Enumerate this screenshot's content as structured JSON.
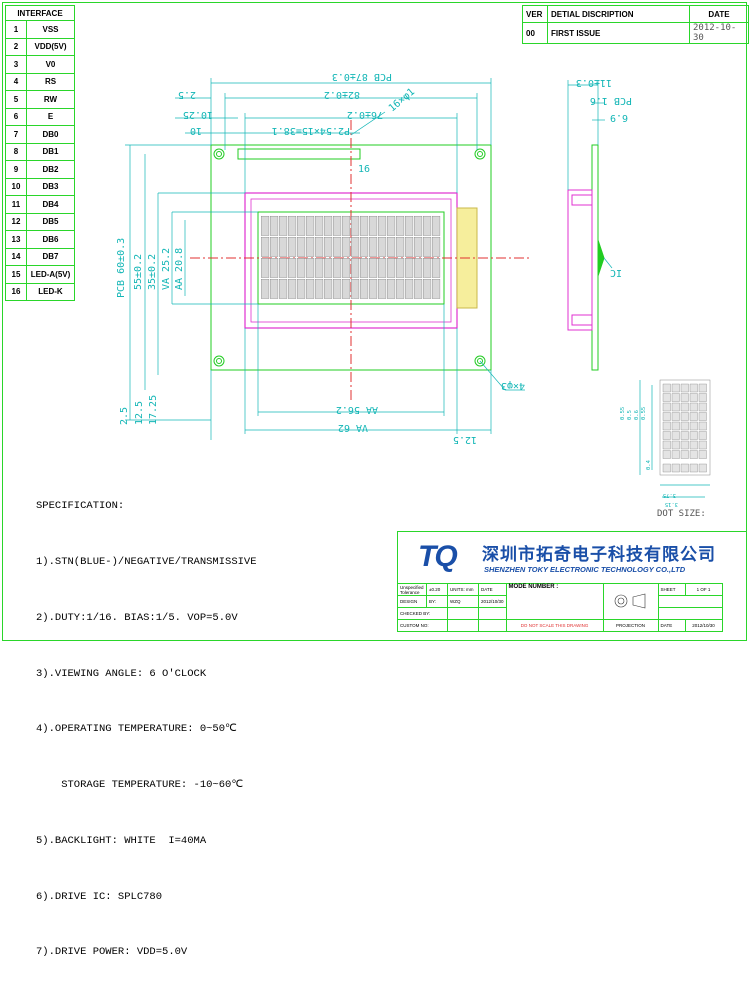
{
  "interface": {
    "header": "INTERFACE",
    "pins": [
      {
        "num": "1",
        "name": "VSS"
      },
      {
        "num": "2",
        "name": "VDD(5V)"
      },
      {
        "num": "3",
        "name": "V0"
      },
      {
        "num": "4",
        "name": "RS"
      },
      {
        "num": "5",
        "name": "RW"
      },
      {
        "num": "6",
        "name": "E"
      },
      {
        "num": "7",
        "name": "DB0"
      },
      {
        "num": "8",
        "name": "DB1"
      },
      {
        "num": "9",
        "name": "DB2"
      },
      {
        "num": "10",
        "name": "DB3"
      },
      {
        "num": "11",
        "name": "DB4"
      },
      {
        "num": "12",
        "name": "DB5"
      },
      {
        "num": "13",
        "name": "DB6"
      },
      {
        "num": "14",
        "name": "DB7"
      },
      {
        "num": "15",
        "name": "LED-A(5V)"
      },
      {
        "num": "16",
        "name": "LED-K"
      }
    ]
  },
  "revision": {
    "col_ver": "VER",
    "col_desc": "DETIAL DISCRIPTION",
    "col_date": "DATE",
    "rows": [
      {
        "ver": "00",
        "desc": "FIRST ISSUE",
        "date": "2012-10-30"
      }
    ]
  },
  "dimensions": {
    "pcb_width": "PCB 87±0.3",
    "width_82": "82±0.2",
    "width_76": "76±0.2",
    "pin_pitch": "P2.54×15=38.1",
    "hole_16": "16×φ1",
    "left_2_5": "2.5",
    "left_10_25": "10.25",
    "left_10": "10",
    "pin_16": "16",
    "pcb_height": "PCB 60±0.3",
    "h_55": "55±0.2",
    "h_35": "35±0.2",
    "va": "VA 25.2",
    "aa": "AA 20.8",
    "bottom_aa": "AA 56.2",
    "bottom_va": "VA 62",
    "right_12_5": "12.5",
    "bot_2_5": "2.5",
    "bot_12_5": "12.5",
    "bot_17_25": "17.25",
    "hole_4": "4×φ3",
    "side_11": "11±0.3",
    "side_16": "PCB 1.6",
    "side_6_9": "6.9",
    "ic_label": "IC",
    "dot_size": "DOT SIZE:",
    "dot_dims": [
      "0.55",
      "0.5",
      "0.6",
      "0.55",
      "3.75",
      "3.15",
      "0.4"
    ]
  },
  "specification": {
    "title": "SPECIFICATION:",
    "lines": [
      "1).STN(BLUE-)/NEGATIVE/TRANSMISSIVE",
      "2).DUTY:1/16. BIAS:1/5. VOP=5.0V",
      "3).VIEWING ANGLE: 6 O'CLOCK",
      "4).OPERATING TEMPERATURE: 0~50℃",
      "    STORAGE TEMPERATURE: -10~60℃",
      "5).BACKLIGHT: WHITE  I=40MA",
      "6).DRIVE IC: SPLC780",
      "7).DRIVE POWER: VDD=5.0V"
    ]
  },
  "title_block": {
    "logo": "TQ",
    "company_cn": "深圳市拓奇电子科技有限公司",
    "company_en": "SHENZHEN TOKY ELECTRONIC TECHNOLOGY CO.,LTD",
    "unspecified": "Unspecified Tolerance",
    "tolerance": "±0.20",
    "units": "UNITS: mm",
    "date_label": "DATE",
    "design_label": "DESIGN",
    "by_label": "BY:",
    "designer": "WZQ",
    "design_date": "2012/10/30",
    "mode_label": "MODE NUMBER :",
    "checked_label": "CHECKED BY:",
    "custom_label": "CUSTOM NO:",
    "warning": "DO NOT SCALE THIS DRAWING",
    "projection_label": "PROJECTION",
    "sheet_label": "SHEET",
    "sheet_value": "1 OF 1",
    "date_label2": "DATE",
    "date_value": "2012/10/30"
  },
  "colors": {
    "frame": "#2ad62a",
    "dimension": "#13b6b6",
    "outline": "#22cc22",
    "lcd": "#e030d0",
    "center": "#e03030",
    "brand": "#1a4fa8"
  }
}
